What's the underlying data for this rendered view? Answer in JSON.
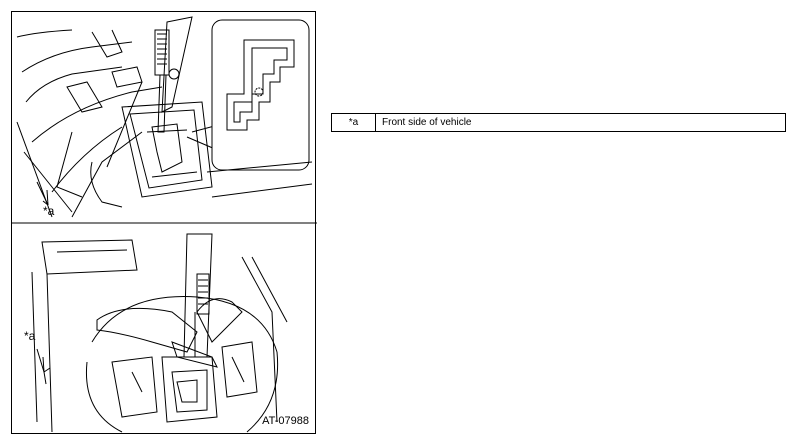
{
  "figure": {
    "top_label": "*a",
    "bottom_label": "*a",
    "figure_id": "AT-07988"
  },
  "legend": {
    "rows": [
      {
        "code": "*a",
        "text": "Front side of vehicle"
      }
    ]
  }
}
